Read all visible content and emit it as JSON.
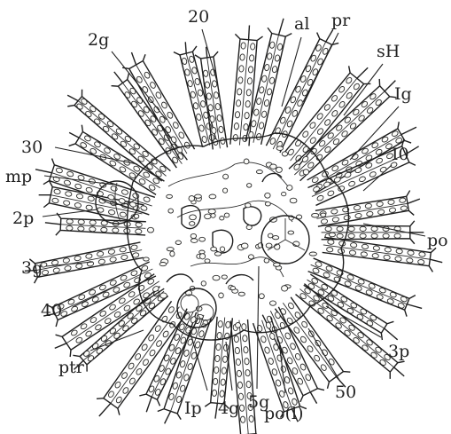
{
  "labels": {
    "l_20": "20",
    "l_al": "al",
    "l_pr": "pr",
    "l_2g": "2g",
    "l_sH": "sH",
    "l_Ig": "Ig",
    "l_30": "30",
    "l_I0": "I0",
    "l_mp": "mp",
    "l_2p": "2p",
    "l_po": "po",
    "l_3g": "3g",
    "l_40": "40",
    "l_ptr": "ptr",
    "l_3p": "3p",
    "l_50": "50",
    "l_Ip": "Ip",
    "l_4g": "4g",
    "l_5g": "5g",
    "l_pol": "po(l)"
  }
}
